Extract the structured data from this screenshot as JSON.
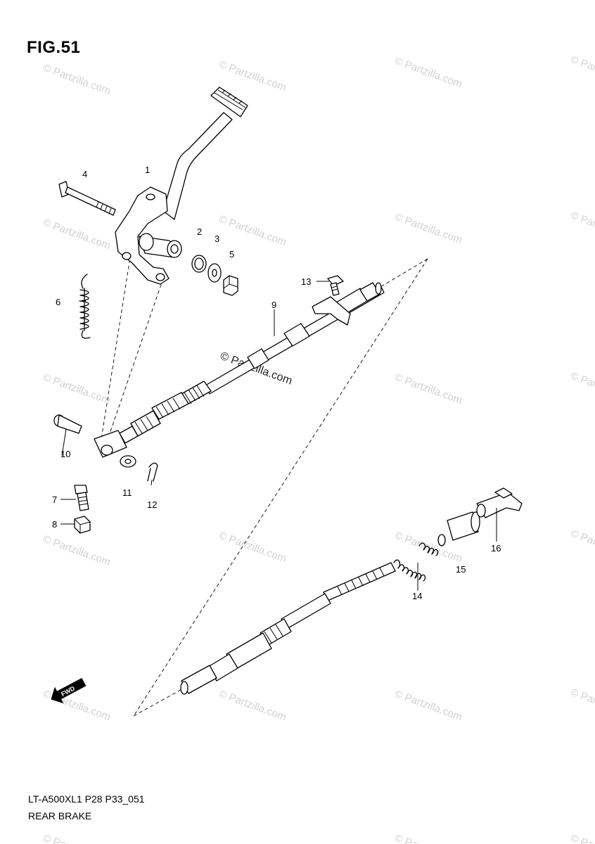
{
  "figure": {
    "title": "FIG.51",
    "footer_code": "LT-A500XL1 P28 P33_051",
    "footer_name": "REAR BRAKE"
  },
  "watermark": {
    "text": "© Partzilla.com",
    "center_text": "© Partzilla.com"
  },
  "callouts": {
    "c1": "1",
    "c2": "2",
    "c3": "3",
    "c4": "4",
    "c5": "5",
    "c6": "6",
    "c7": "7",
    "c8": "8",
    "c9": "9",
    "c10": "10",
    "c11": "11",
    "c12": "12",
    "c13": "13",
    "c14": "14",
    "c15": "15",
    "c16": "16"
  },
  "badge": {
    "label": "FWD"
  },
  "colors": {
    "line": "#000000",
    "watermark": "#d2d2d2",
    "background": "#ffffff"
  }
}
